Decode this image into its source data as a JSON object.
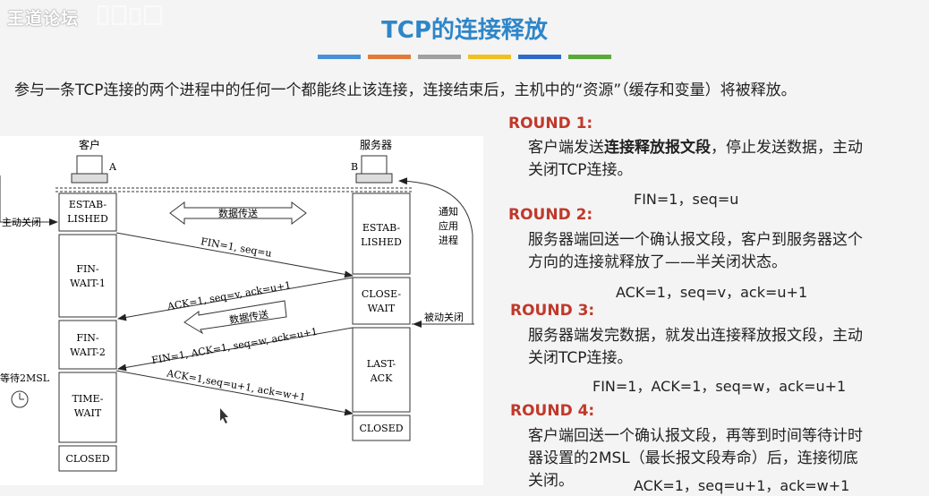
{
  "watermark": {
    "text": "王道论坛"
  },
  "slide": {
    "title": "TCP的连接释放"
  },
  "colors": [
    "#4a90d9",
    "#e07b39",
    "#a0a0a0",
    "#f0c020",
    "#2e6ac8",
    "#5aaa3a"
  ],
  "intro": {
    "text": "参与一条TCP连接的两个进程中的任何一个都能终止该连接，连接结束后，主机中的“资源”（缓存和变量）将被释放。"
  },
  "diagram": {
    "client_label": "客户",
    "server_label": "服务器",
    "client_letter": "A",
    "server_letter": "B",
    "active_close": "主动关闭",
    "passive_close": "被动关闭",
    "notify_1": "通知",
    "notify_2": "应用",
    "notify_3": "进程",
    "wait_2msl": "等待2MSL",
    "data_transfer_1": "数据传送",
    "data_transfer_2": "数据传送",
    "client_states": [
      [
        "ESTAB-",
        "LISHED"
      ],
      [
        "FIN-",
        "WAIT-1"
      ],
      [
        "FIN-",
        "WAIT-2"
      ],
      [
        "TIME-",
        "WAIT"
      ],
      [
        "CLOSED"
      ]
    ],
    "server_states": [
      [
        "ESTAB-",
        "LISHED"
      ],
      [
        "CLOSE-",
        "WAIT"
      ],
      [
        "LAST-",
        "ACK"
      ],
      [
        "CLOSED"
      ]
    ],
    "segments": [
      "FIN=1, seq=u",
      "ACK=1, seq=v, ack=u+1",
      "FIN=1, ACK=1, seq=w, ack=u+1",
      "ACK=1,seq=u+1, ack=w+1"
    ]
  },
  "rounds": [
    {
      "title": "ROUND 1:",
      "line1_pre": "客户端发送",
      "line1_bold": "连接释放报文段",
      "line1_post": "，停止发送数据，主动",
      "line2": "关闭TCP连接。",
      "formula": "FIN=1，seq=u"
    },
    {
      "title": "ROUND 2:",
      "line1": "服务器端回送一个确认报文段，客户到服务器这个",
      "line2": "方向的连接就释放了——半关闭状态。",
      "formula": "ACK=1，seq=v，ack=u+1"
    },
    {
      "title": "ROUND 3:",
      "line1": "服务器端发完数据，就发出连接释放报文段，主动",
      "line2": "关闭TCP连接。",
      "formula": "FIN=1，ACK=1，seq=w，ack=u+1"
    },
    {
      "title": "ROUND 4:",
      "line1": "客户端回送一个确认报文段，再等到时间等待计时",
      "line2": "器设置的2MSL（最长报文段寿命）后，连接彻底",
      "line3": "关闭。",
      "formula": "ACK=1，seq=u+1，ack=w+1"
    }
  ]
}
